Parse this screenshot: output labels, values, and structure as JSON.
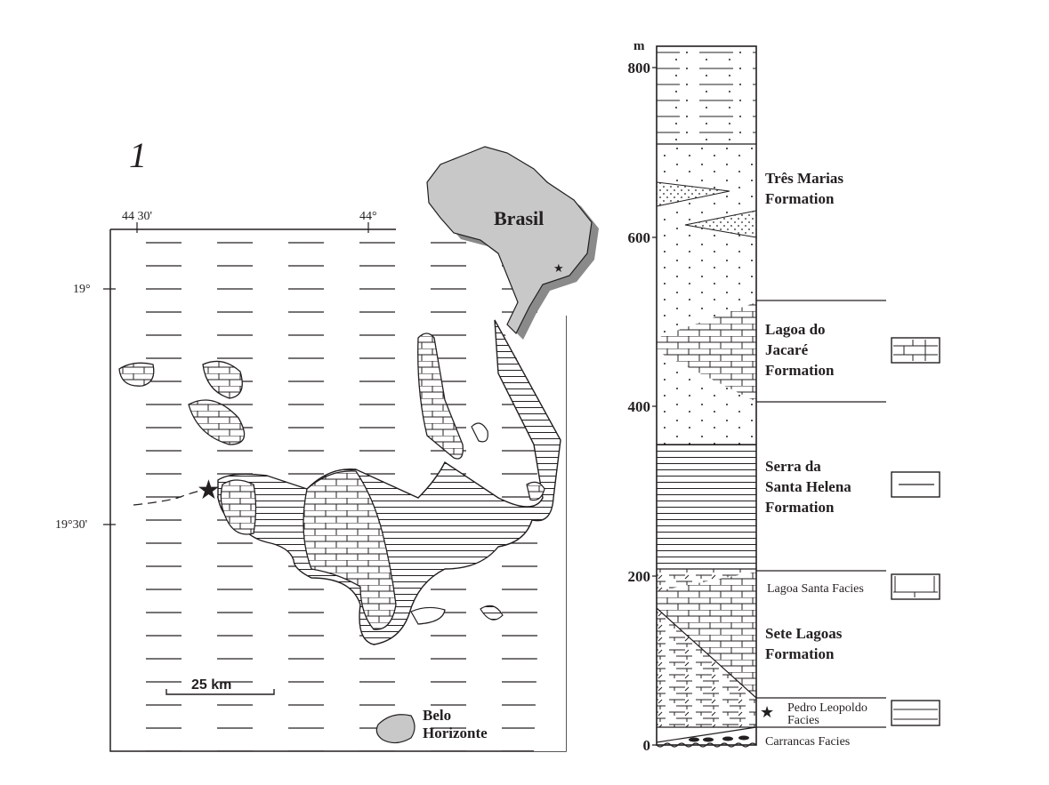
{
  "figure_number": "1",
  "map": {
    "longitudes": [
      "44 30'",
      "44°"
    ],
    "latitudes": [
      "19°",
      "19°30'"
    ],
    "scale_bar": "25 km",
    "city_label": [
      "Belo",
      "Horizonte"
    ],
    "inset_label": "Brasil"
  },
  "column": {
    "unit": "m",
    "ticks": [
      "800",
      "600",
      "400",
      "200",
      "0"
    ],
    "units": [
      {
        "name": [
          "Três Marias",
          "Formation"
        ]
      },
      {
        "name": [
          "Lagoa do",
          "Jacaré",
          "Formation"
        ]
      },
      {
        "name": [
          "Serra da",
          "Santa Helena",
          "Formation"
        ]
      },
      {
        "name": [
          "Lagoa Santa Facies"
        ]
      },
      {
        "name": [
          "Sete Lagoas",
          "Formation"
        ]
      },
      {
        "name": [
          "Pedro Leopoldo",
          "Facies"
        ]
      },
      {
        "name": [
          "Carrancas Facies"
        ]
      }
    ]
  },
  "colors": {
    "ink": "#231f20",
    "land": "#c8c8c8",
    "shadow": "#8a8a8a"
  }
}
